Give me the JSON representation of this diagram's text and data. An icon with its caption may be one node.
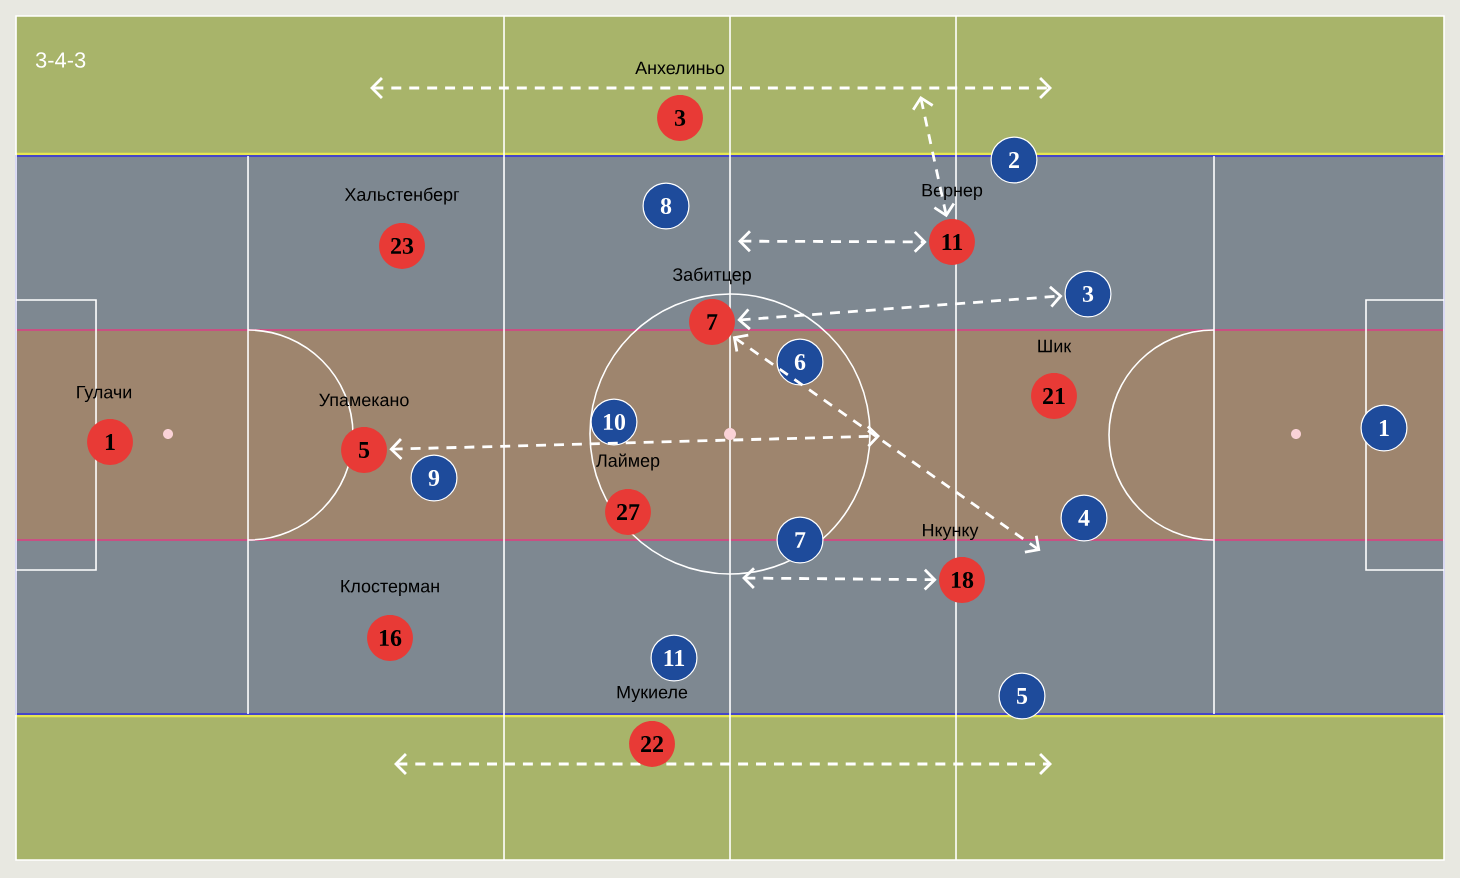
{
  "diagram": {
    "nodes": [
      {
        "text": [
          "Анхелиньо",
          "3"
        ]
      },
      {
        "text": [
          "2"
        ]
      },
      {
        "text": [
          "8"
        ]
      },
      {
        "text": [
          "Хальстенберг",
          "23"
        ]
      },
      {
        "text": [
          "Вернер",
          "11"
        ]
      },
      {
        "text": [
          "3"
        ]
      },
      {
        "text": [
          "Забитцер",
          "7"
        ]
      },
      {
        "text": [
          "6"
        ]
      },
      {
        "text": [
          "Шик",
          "21"
        ]
      },
      {
        "text": [
          "10"
        ]
      },
      {
        "text": [
          "1"
        ]
      },
      {
        "text": [
          "Гулачи",
          "1"
        ]
      },
      {
        "text": [
          "Упамекано",
          "5"
        ]
      },
      {
        "text": [
          "9"
        ]
      },
      {
        "text": [
          "Лаймер",
          "27"
        ]
      },
      {
        "text": [
          "4"
        ]
      },
      {
        "text": [
          "7"
        ]
      },
      {
        "text": [
          "Нкунку",
          "18"
        ]
      },
      {
        "text": [
          "Клостерман",
          "16"
        ]
      },
      {
        "text": [
          "11"
        ]
      },
      {
        "text": [
          "5"
        ]
      },
      {
        "text": [
          "Мукиеле",
          "22"
        ]
      }
    ],
    "edges": [
      {
        "from": null,
        "to": 4,
        "arrow": "both"
      },
      {
        "from": 6,
        "to": 4,
        "arrow": "both"
      },
      {
        "from": 6,
        "to": 5,
        "arrow": "both"
      },
      {
        "from": 6,
        "to": null,
        "arrow": "both"
      },
      {
        "from": 12,
        "to": null,
        "arrow": "both"
      },
      {
        "from": null,
        "to": 17,
        "arrow": "both"
      }
    ],
    "labels": [
      "3-4-3"
    ]
  }
}
